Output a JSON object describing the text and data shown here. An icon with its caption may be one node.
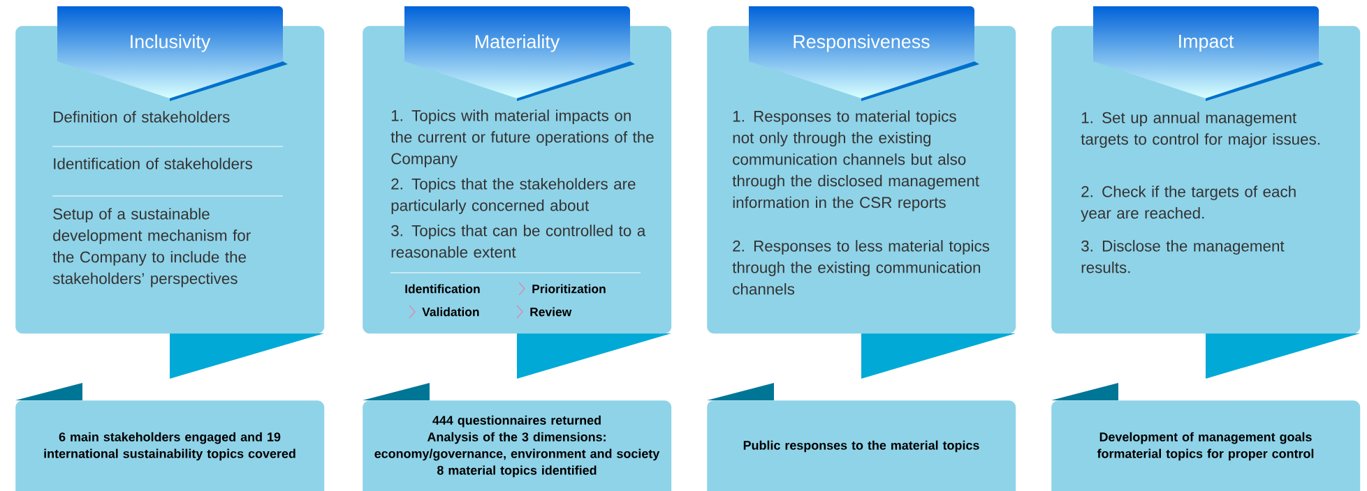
{
  "diagram": {
    "nodes": [
      {
        "text": [
          "Inclusivity",
          "Definition of stakeholders",
          "Identification of stakeholders",
          "Setup of a sustainable development mechanism for the Company to include the stakeholders’ perspectives"
        ]
      },
      {
        "text": [
          "6 main stakeholders engaged and 19 international sustainability topics covered"
        ]
      },
      {
        "text": [
          "Materiality",
          "1. Topics with material impacts on the current or future operations of the Company",
          "2. Topics that the stakeholders are particularly concerned about",
          "3. Topics that can be controlled to a reasonable extent"
        ]
      },
      {
        "text": [
          "444 questionnaires returned",
          "Analysis of the 3 dimensions: economy/governance, environment and society",
          "8 material topics identified"
        ]
      },
      {
        "text": [
          "Responsiveness",
          "1. Responses to material topics not only through the existing communication channels but also through the disclosed management information in the CSR reports",
          "2. Responses to less material topics through the existing communication channels"
        ]
      },
      {
        "text": [
          "Public responses to the material topics"
        ]
      },
      {
        "text": [
          "Impact",
          "1. Set up annual management targets to control for major issues.",
          "2. Check if the targets of each year are reached.",
          "3. Disclose the management results."
        ]
      },
      {
        "text": [
          "Development of management goals formaterial topics for proper control"
        ]
      }
    ],
    "labels": [
      "Identification",
      "Prioritization",
      "Validation",
      "Review"
    ]
  }
}
